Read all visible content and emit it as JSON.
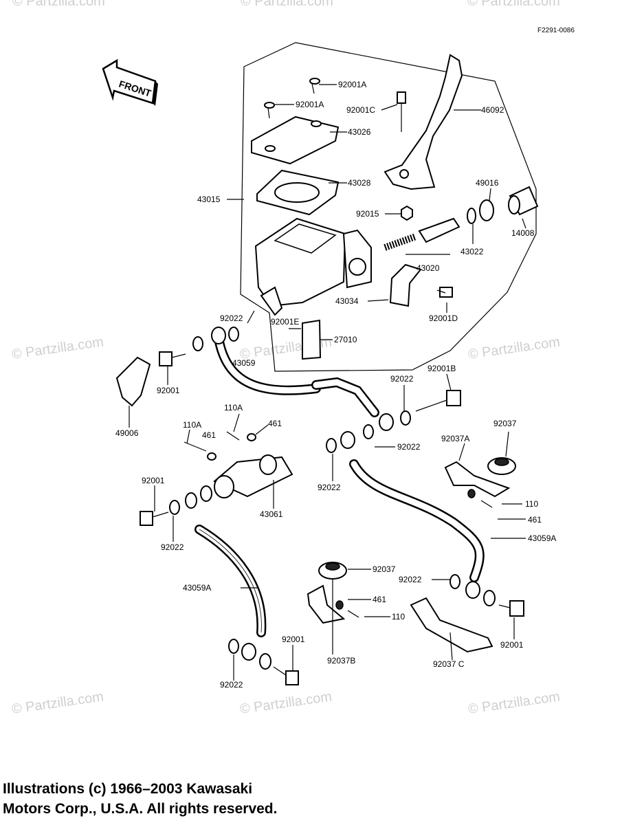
{
  "figure_code": "F2291-0086",
  "front_arrow": "FRONT",
  "watermark": "© Partzilla.com",
  "parts": [
    "92001A",
    "92001A",
    "92001C",
    "46092",
    "43026",
    "43028",
    "43015",
    "49016",
    "92015",
    "14008",
    "43022",
    "43020",
    "43034",
    "92001D",
    "92022",
    "92001E",
    "27010",
    "43059",
    "92001",
    "49006",
    "92022",
    "92001B",
    "110A",
    "110A",
    "461",
    "461",
    "92022",
    "92037",
    "92037A",
    "92022",
    "43061",
    "110",
    "461",
    "92001",
    "92022",
    "43059A",
    "92037",
    "92022",
    "461",
    "110",
    "43059A",
    "92001",
    "92037B",
    "92037 C",
    "92001",
    "92022",
    "92001"
  ],
  "copyright": {
    "line1": "Illustrations (c) 1966–2003 Kawasaki",
    "line2": "Motors Corp., U.S.A.  All rights reserved."
  }
}
